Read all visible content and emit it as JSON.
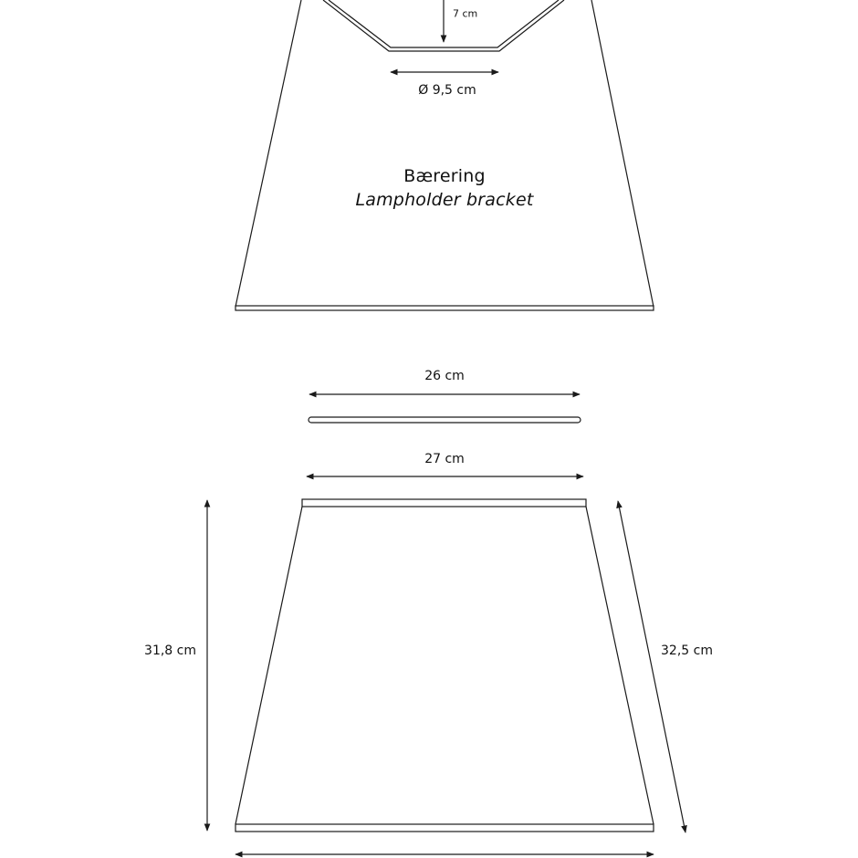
{
  "labels": {
    "depth": "7 cm",
    "hole_diameter": "Ø 9,5 cm",
    "bracket_name_da": "Bærering",
    "bracket_name_en": "Lampholder bracket",
    "ring_width": "26 cm",
    "shade_top_width": "27 cm",
    "shade_height": "31,8 cm",
    "shade_slant": "32,5 cm"
  },
  "colors": {
    "line": "#1a1a1a",
    "background": "#ffffff"
  }
}
